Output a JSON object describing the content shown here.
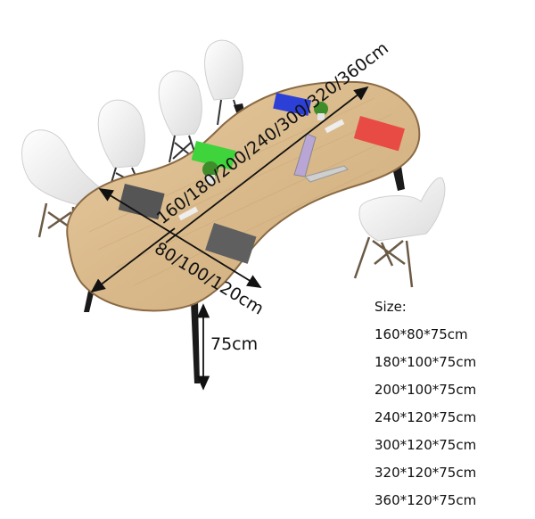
{
  "product": {
    "name": "Curved wooden conference table with chairs",
    "colors": {
      "tabletop": "#d8b98a",
      "tabletop_edge": "#8a6a45",
      "legs": "#1a1a1a",
      "chair": "#f2f2f2",
      "notebook_blue": "#2c3fd6",
      "notebook_red": "#e84a44",
      "notebook_green": "#3fd33c",
      "notebook_gray": "#5a5a5a",
      "plant": "#3f8c2a"
    }
  },
  "dimensions": {
    "length_label": "160/180/200/240/300/320/360cm",
    "width_label": "80/100/120cm",
    "height_label": "75cm"
  },
  "sizes": {
    "title": "Size:",
    "items": [
      "160*80*75cm",
      "180*100*75cm",
      "200*100*75cm",
      "240*120*75cm",
      "300*120*75cm",
      "320*120*75cm",
      "360*120*75cm"
    ]
  }
}
